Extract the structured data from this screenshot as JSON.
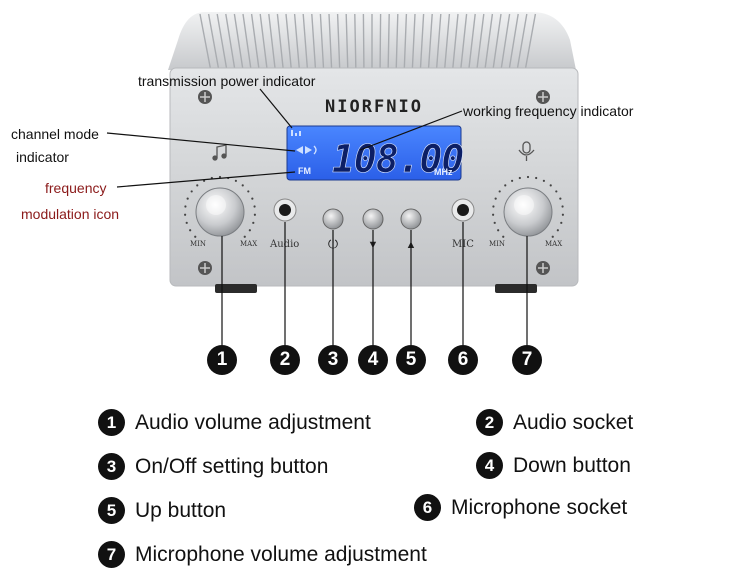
{
  "device": {
    "brand": "NIORFNIO",
    "display_frequency": "108.00",
    "display_unit": "MHz",
    "display_fm": "FM",
    "knob_min": "MIN",
    "knob_max": "MAX",
    "audio_label": "Audio",
    "mic_label": "MIC",
    "power_symbol": "⏻",
    "down_symbol": "▼",
    "up_symbol": "▲",
    "audio_icon": "music-note-icon",
    "mic_icon": "microphone-icon"
  },
  "callouts": {
    "transmission_power": "transmission power indicator",
    "working_frequency": "working frequency indicator",
    "channel_mode_line1": "channel mode",
    "channel_mode_line2": "indicator",
    "freq_mod_line1": "frequency",
    "freq_mod_line2": "modulation icon"
  },
  "numbers": [
    "1",
    "2",
    "3",
    "4",
    "5",
    "6",
    "7"
  ],
  "legend": [
    {
      "num": "1",
      "label": "Audio volume adjustment"
    },
    {
      "num": "2",
      "label": "Audio socket"
    },
    {
      "num": "3",
      "label": "On/Off setting button"
    },
    {
      "num": "4",
      "label": "Down button"
    },
    {
      "num": "5",
      "label": "Up button"
    },
    {
      "num": "6",
      "label": "Microphone socket"
    },
    {
      "num": "7",
      "label": "Microphone volume adjustment"
    }
  ],
  "colors": {
    "lcd": "#2f6bff",
    "callout_red": "#8b1a1a",
    "badge": "#111111",
    "chassis": "#d4d6d8"
  }
}
